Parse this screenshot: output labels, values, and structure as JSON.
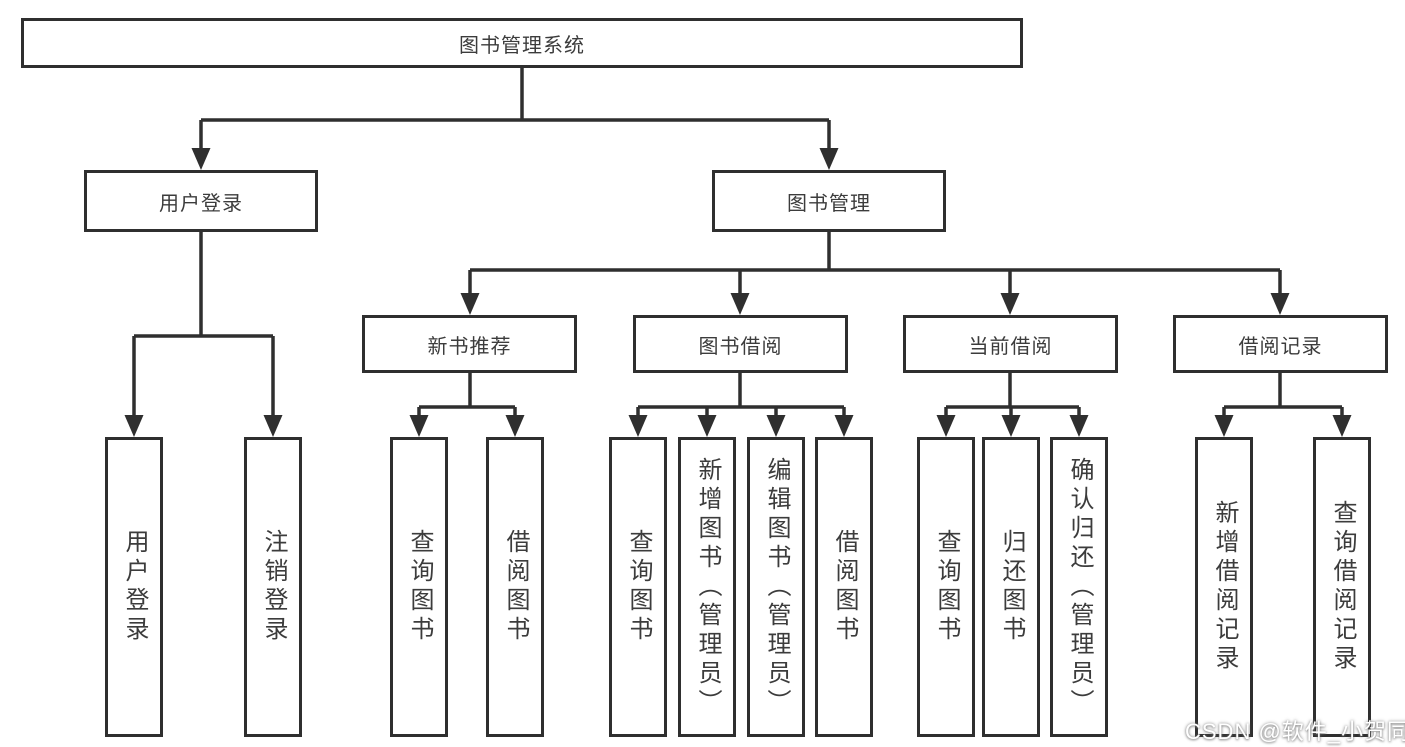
{
  "diagram": {
    "root": "图书管理系统",
    "level2": [
      "用户登录",
      "图书管理"
    ],
    "level3": [
      "新书推荐",
      "图书借阅",
      "当前借阅",
      "借阅记录"
    ],
    "leaves": {
      "user_login": [
        "用户登录",
        "注销登录"
      ],
      "new_book": [
        "查询图书",
        "借阅图书"
      ],
      "book_borrow": [
        "查询图书",
        "新增图书（管理员）",
        "编辑图书（管理员）",
        "借阅图书"
      ],
      "current_borrow": [
        "查询图书",
        "归还图书",
        "确认归还（管理员）"
      ],
      "borrow_record": [
        "新增借阅记录",
        "查询借阅记录"
      ]
    }
  },
  "watermark": "CSDN @软件_小贺同学",
  "colors": {
    "line": "#2f2f2f",
    "border": "#2f2f2f",
    "text": "#3c3c3c",
    "background": "#ffffff"
  }
}
